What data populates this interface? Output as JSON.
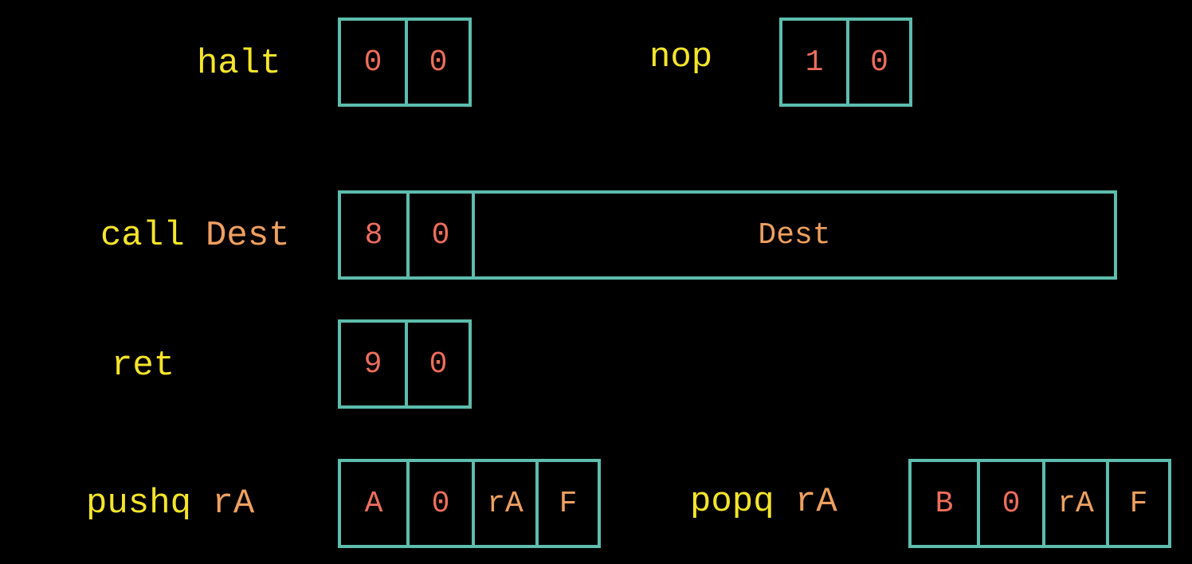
{
  "colors": {
    "background": "#000000",
    "box_border": "#5DBDAE",
    "mnemonic_text": "#F5E52A",
    "operand_text": "#F0A060",
    "code_text": "#EE6E5C"
  },
  "instructions": {
    "halt": {
      "mnemonic": "halt",
      "operand": "",
      "cells": [
        "0",
        "0"
      ]
    },
    "nop": {
      "mnemonic": "nop",
      "operand": "",
      "cells": [
        "1",
        "0"
      ]
    },
    "call": {
      "mnemonic": "call",
      "operand": "Dest",
      "cells": [
        "8",
        "0",
        "Dest"
      ]
    },
    "ret": {
      "mnemonic": "ret",
      "operand": "",
      "cells": [
        "9",
        "0"
      ]
    },
    "pushq": {
      "mnemonic": "pushq",
      "operand": "rA",
      "cells": [
        "A",
        "0",
        "rA",
        "F"
      ]
    },
    "popq": {
      "mnemonic": "popq",
      "operand": "rA",
      "cells": [
        "B",
        "0",
        "rA",
        "F"
      ]
    }
  }
}
